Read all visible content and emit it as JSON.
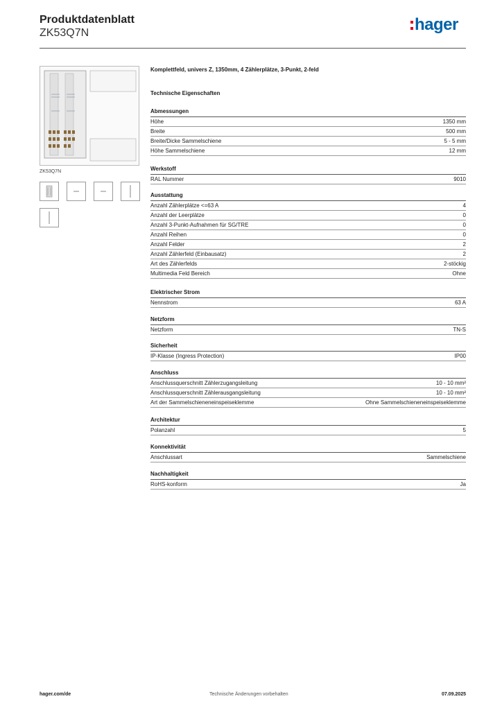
{
  "header": {
    "title": "Produktdatenblatt",
    "subtitle": "ZK53Q7N",
    "logo_text": "hager"
  },
  "image": {
    "caption": "ZK53Q7N",
    "thumbnails": [
      "product-front-icon",
      "dash-icon",
      "dash-icon",
      "vertical-line-icon",
      "vertical-line-icon"
    ]
  },
  "description": "Komplettfeld, univers Z, 1350mm, 4 Zählerplätze, 3-Punkt, 2-feld",
  "tech_heading": "Technische Eigenschaften",
  "sections": [
    {
      "title": "Abmessungen",
      "rows": [
        [
          "Höhe",
          "1350 mm"
        ],
        [
          "Breite",
          "500 mm"
        ],
        [
          "Breite/Dicke Sammelschiene",
          "5 - 5 mm"
        ],
        [
          "Höhe Sammelschiene",
          "12 mm"
        ]
      ]
    },
    {
      "title": "Werkstoff",
      "rows": [
        [
          "RAL Nummer",
          "9010"
        ]
      ]
    },
    {
      "title": "Ausstattung",
      "rows": [
        [
          "Anzahl Zählerplätze <=63 A",
          "4"
        ],
        [
          "Anzahl der Leerplätze",
          "0"
        ],
        [
          "Anzahl 3-Punkt-Aufnahmen für SG/TRE",
          "0"
        ],
        [
          "Anzahl Reihen",
          "0"
        ],
        [
          "Anzahl Felder",
          "2"
        ],
        [
          "Anzahl Zählerfeld (Einbausatz)",
          "2"
        ],
        [
          "Art des Zählerfelds",
          "2-stöckig"
        ],
        [
          "Multimedia Feld Bereich",
          "Ohne"
        ]
      ]
    },
    {
      "title": "Elektrischer Strom",
      "rows": [
        [
          "Nennstrom",
          "63 A"
        ]
      ]
    },
    {
      "title": "Netzform",
      "rows": [
        [
          "Netzform",
          "TN-S"
        ]
      ]
    },
    {
      "title": "Sicherheit",
      "rows": [
        [
          "IP-Klasse (Ingress Protection)",
          "IP00"
        ]
      ]
    },
    {
      "title": "Anschluss",
      "rows": [
        [
          "Anschlussquerschnitt Zählerzugangsleitung",
          "10 - 10 mm²"
        ],
        [
          "Anschlussquerschnitt Zählerausgangsleitung",
          "10 - 10 mm²"
        ],
        [
          "Art der Sammelschieneneinspeiseklemme",
          "Ohne Sammelschieneneinspeiseklemme"
        ]
      ]
    },
    {
      "title": "Architektur",
      "rows": [
        [
          "Polanzahl",
          "5"
        ]
      ]
    },
    {
      "title": "Konnektivität",
      "rows": [
        [
          "Anschlussart",
          "Sammelschiene"
        ]
      ]
    },
    {
      "title": "Nachhaltigkeit",
      "rows": [
        [
          "RoHS-konform",
          "Ja"
        ]
      ]
    }
  ],
  "footer": {
    "left": "hager.com/de",
    "middle": "Technische Änderungen vorbehalten",
    "right": "07.09.2025"
  }
}
